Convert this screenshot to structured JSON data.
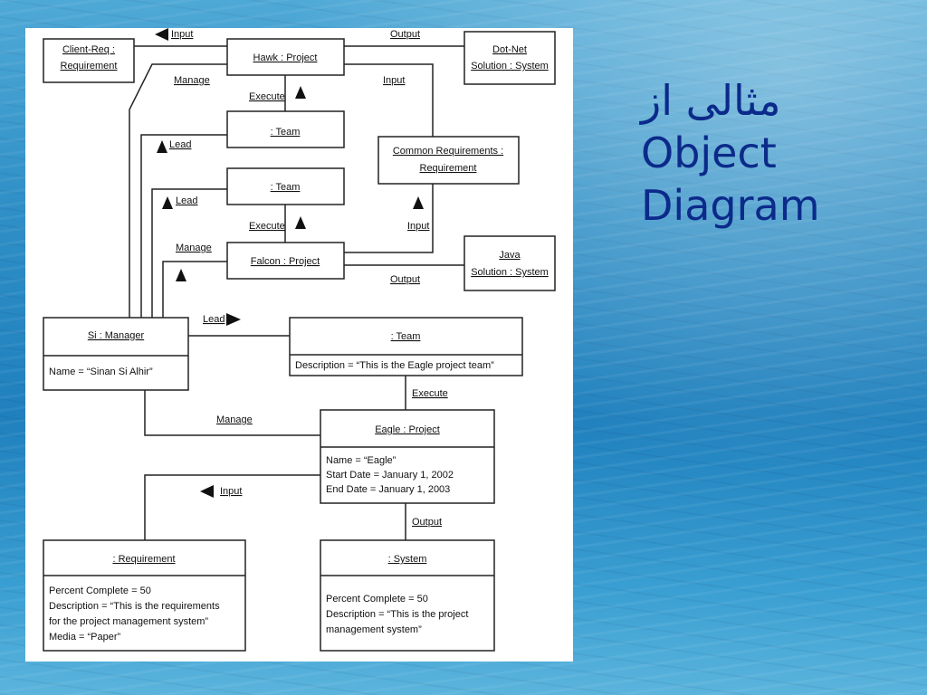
{
  "slide": {
    "title_fa": "مثالی از",
    "title_line2": "Object",
    "title_line3": "Diagram",
    "title_color": "#0b2a8a"
  },
  "diagram": {
    "objects": {
      "client_req": [
        "Client-Req :",
        "Requirement"
      ],
      "hawk": "Hawk : Project",
      "dotnet": [
        "Dot-Net",
        "Solution : System"
      ],
      "team1": ": Team",
      "common_req": [
        "Common Requirements :",
        "Requirement"
      ],
      "team2": ": Team",
      "falcon": "Falcon : Project",
      "java": [
        "Java",
        "Solution : System"
      ],
      "si": "Si : Manager",
      "si_attr": "Name = “Sinan Si Alhir”",
      "team3": ": Team",
      "team3_attr": "Description = “This is the Eagle project team”",
      "eagle": "Eagle : Project",
      "eagle_attrs": [
        "Name = “Eagle”",
        "Start Date = January 1, 2002",
        "End Date = January 1, 2003"
      ],
      "requirement": ": Requirement",
      "requirement_attrs": [
        "Percent Complete = 50",
        "Description = “This is the requirements",
        "for the project management system”",
        "Media = “Paper”"
      ],
      "system": ": System",
      "system_attrs": [
        "Percent Complete = 50",
        "Description = “This is the project",
        "management system”"
      ]
    },
    "links": {
      "input": "Input",
      "output": "Output",
      "manage": "Manage",
      "execute": "Execute",
      "lead": "Lead"
    }
  }
}
